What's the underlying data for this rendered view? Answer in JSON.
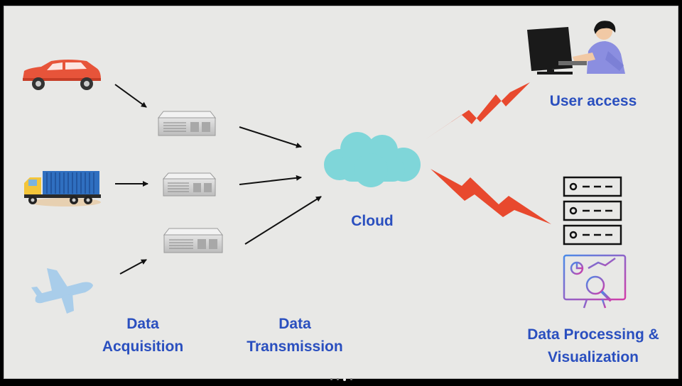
{
  "labels": {
    "acquisition_line1": "Data",
    "acquisition_line2": "Acquisition",
    "transmission_line1": "Data",
    "transmission_line2": "Transmission",
    "cloud": "Cloud",
    "user_access": "User access",
    "processing_line1": "Data Processing &",
    "processing_line2": "Visualization"
  },
  "colors": {
    "label_text": "#2a4fbf",
    "cloud_fill": "#7fd6d9",
    "lightning": "#e8492e",
    "car": "#e7543a",
    "truck_container": "#2f6fc0",
    "plane": "#a9cdea",
    "server_box": "#cfcfcf",
    "chart_gradient_start": "#4a8be8",
    "chart_gradient_end": "#d23ca8"
  },
  "icons": {
    "car": "car-icon",
    "truck": "truck-icon",
    "plane": "airplane-icon",
    "gateways": "gateway-server-icon",
    "cloud": "cloud-icon",
    "user": "user-at-computer-icon",
    "server_rack": "server-rack-icon",
    "analytics": "analytics-dashboard-icon"
  }
}
